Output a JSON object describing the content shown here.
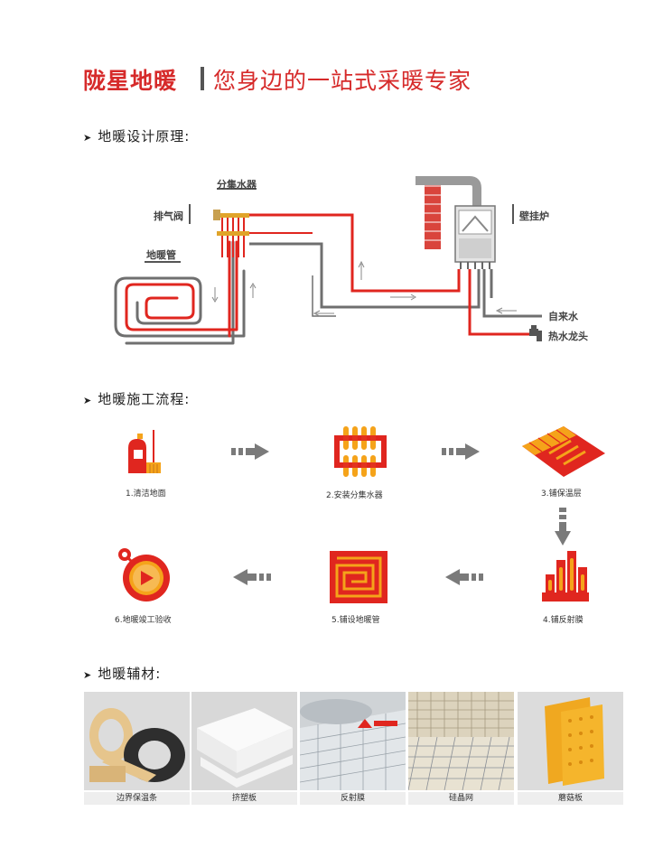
{
  "header": {
    "brand": "陇星地暖",
    "slogan": "您身边的一站式采暖专家"
  },
  "sections": {
    "design": "地暖设计原理:",
    "process": "地暖施工流程:",
    "materials": "地暖辅材:"
  },
  "diagram": {
    "manifold": "分集水器",
    "vent": "排气阀",
    "floor_pipe": "地暖管",
    "boiler": "壁挂炉",
    "tap_water": "自来水",
    "hot_tap": "热水龙头"
  },
  "steps": [
    {
      "label": "1.清洁地面"
    },
    {
      "label": "2.安装分集水器"
    },
    {
      "label": "3.铺保温层"
    },
    {
      "label": "4.铺反射膜"
    },
    {
      "label": "5.铺设地暖管"
    },
    {
      "label": "6.地暖竣工验收"
    }
  ],
  "materials": [
    {
      "label": "边界保温条"
    },
    {
      "label": "挤塑板"
    },
    {
      "label": "反射膜"
    },
    {
      "label": "硅晶网"
    },
    {
      "label": "蘑菇板"
    }
  ],
  "colors": {
    "brand_red": "#d62a2a",
    "pipe_red": "#e0261f",
    "pipe_gray": "#6f6f6f",
    "arrow_gray": "#7a7a7a",
    "icon_orange": "#f5a31a"
  }
}
